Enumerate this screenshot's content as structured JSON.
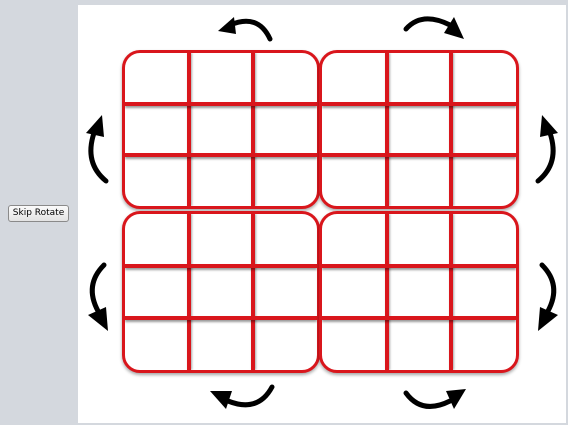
{
  "sidebar": {
    "skip_rotate_label": "Skip Rotate"
  },
  "board": {
    "quadrants": [
      {
        "id": "top-left",
        "rows": 3,
        "cols": 3
      },
      {
        "id": "top-right",
        "rows": 3,
        "cols": 3
      },
      {
        "id": "bottom-left",
        "rows": 3,
        "cols": 3
      },
      {
        "id": "bottom-right",
        "rows": 3,
        "cols": 3
      }
    ],
    "grid_color": "#d9161c",
    "arrow_color": "#000000",
    "rotate_arrows": [
      {
        "quadrant": "top-left",
        "position": "top",
        "direction": "counterclockwise",
        "icon": "curved-arrow-icon"
      },
      {
        "quadrant": "top-left",
        "position": "left",
        "direction": "clockwise",
        "icon": "curved-arrow-icon"
      },
      {
        "quadrant": "top-right",
        "position": "top",
        "direction": "clockwise",
        "icon": "curved-arrow-icon"
      },
      {
        "quadrant": "top-right",
        "position": "right",
        "direction": "counterclockwise",
        "icon": "curved-arrow-icon"
      },
      {
        "quadrant": "bottom-left",
        "position": "left",
        "direction": "counterclockwise",
        "icon": "curved-arrow-icon"
      },
      {
        "quadrant": "bottom-left",
        "position": "bottom",
        "direction": "clockwise",
        "icon": "curved-arrow-icon"
      },
      {
        "quadrant": "bottom-right",
        "position": "right",
        "direction": "clockwise",
        "icon": "curved-arrow-icon"
      },
      {
        "quadrant": "bottom-right",
        "position": "bottom",
        "direction": "counterclockwise",
        "icon": "curved-arrow-icon"
      }
    ]
  }
}
